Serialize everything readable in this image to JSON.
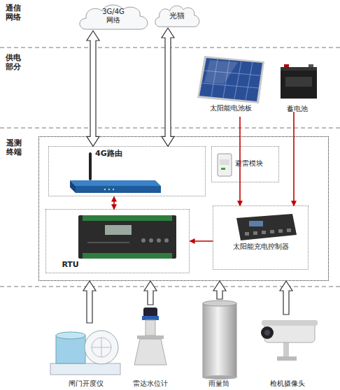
{
  "diagram": {
    "nodes": [
      {
        "text": [
          "3G/4G 网络"
        ]
      },
      {
        "text": [
          "光猫"
        ]
      },
      {
        "text": [
          "太阳能电池板"
        ]
      },
      {
        "text": [
          "蓄电池"
        ]
      },
      {
        "text": [
          "遥测终端"
        ]
      },
      {
        "text": [
          "4G路由"
        ],
        "in": 4
      },
      {
        "text": [
          "避雷模块"
        ],
        "in": 4
      },
      {
        "text": [
          "RTU"
        ],
        "in": 4
      },
      {
        "text": [
          "太阳能充电控制器"
        ],
        "in": 4
      },
      {
        "text": [
          "闸门开度仪"
        ]
      },
      {
        "text": [
          "雷达水位计"
        ]
      },
      {
        "text": [
          "雨量筒"
        ]
      },
      {
        "text": [
          "枪机摄像头"
        ]
      }
    ],
    "edges": [
      {
        "from": 0,
        "to": 5,
        "arrow": "both"
      },
      {
        "from": 1,
        "to": 5,
        "arrow": "both"
      },
      {
        "from": 2,
        "to": 8,
        "arrow": "to"
      },
      {
        "from": 3,
        "to": 8,
        "arrow": "to"
      },
      {
        "from": 8,
        "to": 7,
        "arrow": "to"
      },
      {
        "from": 5,
        "to": 7,
        "arrow": "both"
      },
      {
        "from": 9,
        "to": 4,
        "arrow": "to"
      },
      {
        "from": 10,
        "to": 4,
        "arrow": "to"
      },
      {
        "from": 11,
        "to": 4,
        "arrow": "to"
      },
      {
        "from": 12,
        "to": 4,
        "arrow": "to"
      }
    ],
    "labels": [
      "通信网络",
      "供电部分"
    ]
  }
}
